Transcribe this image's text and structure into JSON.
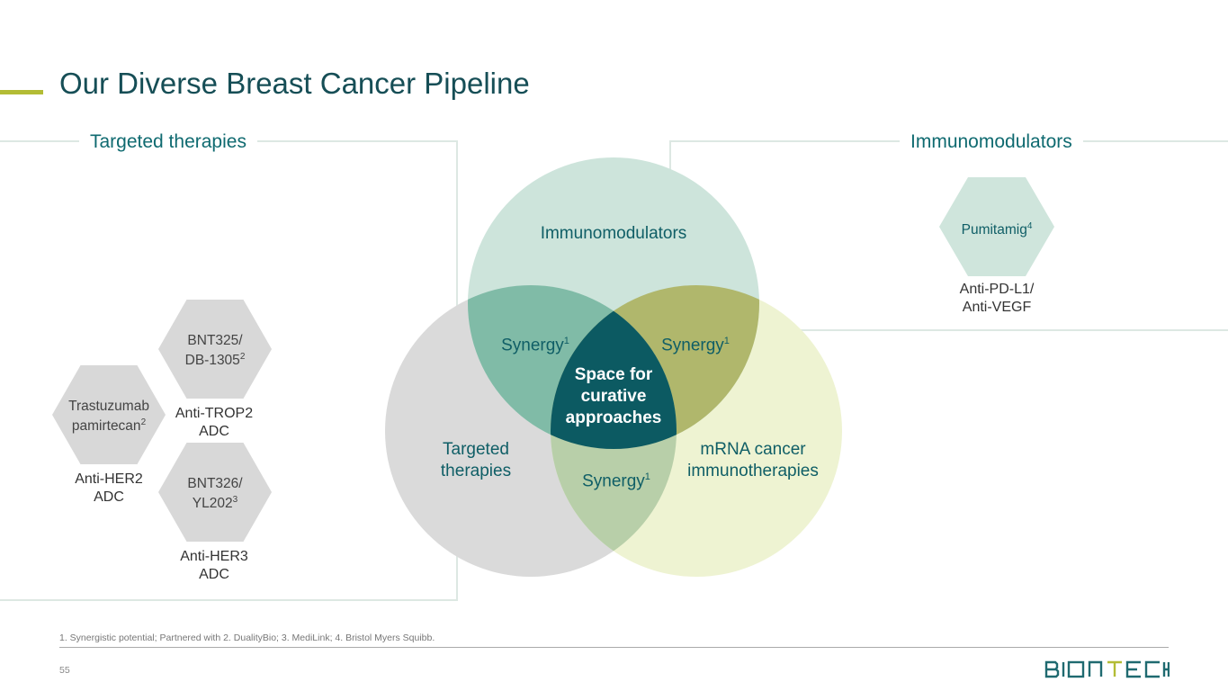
{
  "slide": {
    "title": "Our Diverse Breast Cancer Pipeline",
    "page_number": "55",
    "footnote": "1. Synergistic potential; Partnered with 2. DualityBio; 3. MediLink; 4. Bristol Myers Squibb.",
    "logo_text": "BIONTECH"
  },
  "targeted_panel": {
    "title": "Targeted therapies",
    "products": [
      {
        "name": "Trastuzumab",
        "name2": "pamirtecan",
        "sup": "2",
        "caption1": "Anti-HER2",
        "caption2": "ADC"
      },
      {
        "name": "BNT325/",
        "name2": "DB-1305",
        "sup": "2",
        "caption1": "Anti-TROP2",
        "caption2": "ADC"
      },
      {
        "name": "BNT326/",
        "name2": "YL202",
        "sup": "3",
        "caption1": "Anti-HER3",
        "caption2": "ADC"
      }
    ]
  },
  "immuno_panel": {
    "title": "Immunomodulators",
    "products": [
      {
        "name": "Pumitamig",
        "sup": "4",
        "caption1": "Anti-PD-L1/",
        "caption2": "Anti-VEGF"
      }
    ]
  },
  "venn": {
    "top_label": "Immunomodulators",
    "left_label_1": "Targeted",
    "left_label_2": "therapies",
    "right_label_1": "mRNA cancer",
    "right_label_2": "immunotherapies",
    "synergy_label": "Synergy",
    "synergy_sup": "1",
    "center_1": "Space for",
    "center_2": "curative",
    "center_3": "approaches"
  },
  "colors": {
    "title": "#164e56",
    "accent": "#b3bc35",
    "panel_border": "#dde8e3",
    "hexagon": "#d8d8d8",
    "hexagon_green": "#cfe5dc",
    "circle_top": "#cde4db",
    "circle_left": "#dadada",
    "circle_right": "#eef3d2",
    "overlap_top_left": "#80bba7",
    "overlap_top_right": "#b0b76c",
    "overlap_bottom": "#b8cfa9",
    "center": "#0c5a62"
  }
}
